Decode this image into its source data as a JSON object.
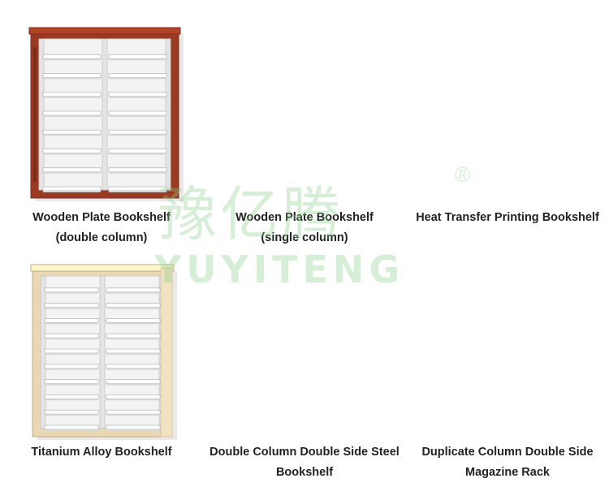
{
  "products": [
    {
      "line1": "Wooden Plate Bookshelf",
      "line2": "(double column)",
      "frame": "#9b3a22",
      "style": "wood-double"
    },
    {
      "line1": "Wooden Plate Bookshelf",
      "line2": "(single column)",
      "frame": "#d4a35a",
      "style": "wood-single"
    },
    {
      "line1": "Heat Transfer Printing Bookshelf",
      "line2": "",
      "frame": "#6e1f1a",
      "style": "heat-transfer"
    },
    {
      "line1": "Titanium Alloy Bookshelf",
      "line2": "",
      "frame": "#ead8b2",
      "style": "titanium"
    },
    {
      "line1": "Double Column Double Side Steel",
      "line2": "Bookshelf",
      "frame": "#e6e6e6",
      "style": "steel"
    },
    {
      "line1": "Duplicate Column Double Side",
      "line2": "Magazine Rack",
      "frame": "#e6e6e6",
      "style": "magazine"
    }
  ],
  "watermark": {
    "chinese": "豫亿腾",
    "latin": "YUYITENG",
    "registered": "®"
  }
}
